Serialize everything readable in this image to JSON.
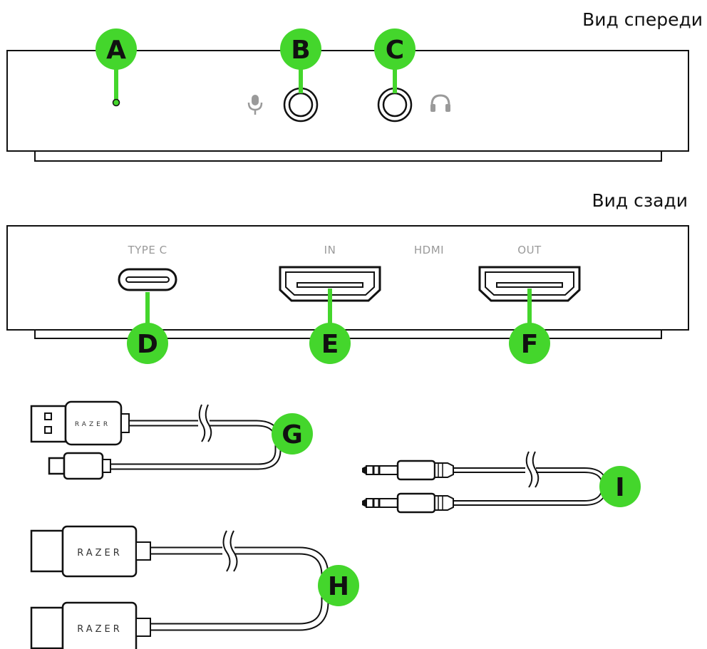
{
  "views": {
    "front_title": "Вид спереди",
    "rear_title": "Вид сзади"
  },
  "ports": {
    "type_c": "TYPE C",
    "hdmi_in": "IN",
    "hdmi": "HDMI",
    "hdmi_out": "OUT"
  },
  "callouts": {
    "a": "A",
    "b": "B",
    "c": "C",
    "d": "D",
    "e": "E",
    "f": "F",
    "g": "G",
    "h": "H",
    "i": "I"
  },
  "brand": {
    "logo": "RAZER"
  },
  "icons": {
    "microphone": "microphone-icon",
    "headphones": "headphones-icon"
  },
  "colors": {
    "accent_green": "#44d62c",
    "led_green": "#44d62c",
    "outline": "#111111",
    "label_grey": "#9a9a9a"
  }
}
